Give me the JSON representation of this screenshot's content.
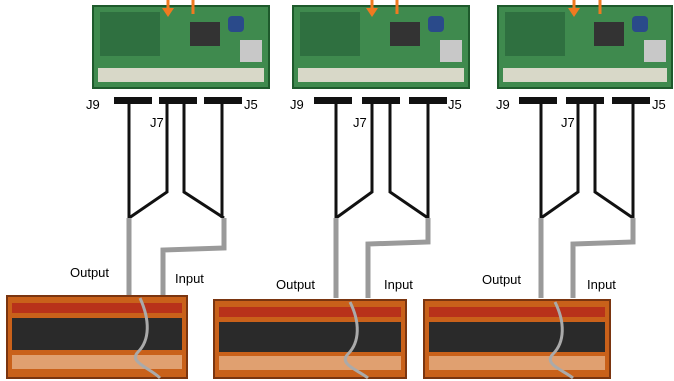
{
  "units": [
    {
      "connector_labels": {
        "j9": "J9",
        "j7": "J7",
        "j5": "J5"
      },
      "output_label": "Output",
      "input_label": "Input"
    },
    {
      "connector_labels": {
        "j9": "J9",
        "j7": "J7",
        "j5": "J5"
      },
      "output_label": "Output",
      "input_label": "Input"
    },
    {
      "connector_labels": {
        "j9": "J9",
        "j7": "J7",
        "j5": "J5"
      },
      "output_label": "Output",
      "input_label": "Input"
    }
  ],
  "colors": {
    "board_green": "#3f8a4e",
    "board_dark": "#1e5a2c",
    "connector_black": "#111111",
    "cable_gray": "#9a9a9a",
    "terminal_orange": "#c9611a",
    "terminal_red": "#b8321a",
    "arrow_orange": "#f07a20"
  }
}
